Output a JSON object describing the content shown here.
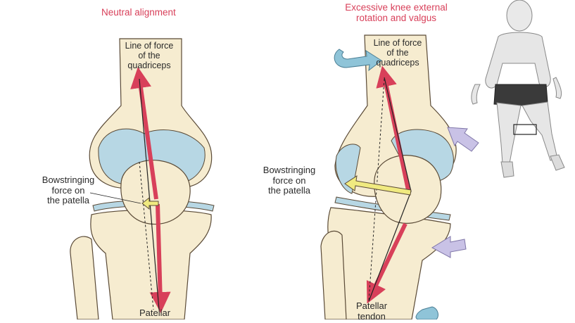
{
  "left_panel": {
    "title": "Neutral alignment",
    "quad_label_lines": [
      "Line of force",
      "of the",
      "quadriceps"
    ],
    "bow_label_lines": [
      "Bowstringing",
      "force on",
      "the patella"
    ],
    "tendon_label": "Patellar"
  },
  "right_panel": {
    "title_lines": [
      "Excessive knee external",
      "rotation and valgus"
    ],
    "quad_label_lines": [
      "Line of force",
      "of the",
      "quadriceps"
    ],
    "bow_label_lines": [
      "Bowstringing",
      "force on",
      "the patella"
    ],
    "tendon_label_lines": [
      "Patellar",
      "tendon"
    ]
  },
  "colors": {
    "bone": "#f6ecd0",
    "bone_outline": "#5a4a36",
    "cartilage": "#b7d7e4",
    "force_arrow": "#d8405a",
    "bowstring_arrow": "#f0ea80",
    "rotation_arrow": "#8fc4d8",
    "valgus_arrow": "#c9c2e6",
    "title": "#d8405a"
  },
  "icons": [
    "rotation-arrow-icon",
    "valgus-arrow-icon",
    "runner-figure-icon"
  ]
}
